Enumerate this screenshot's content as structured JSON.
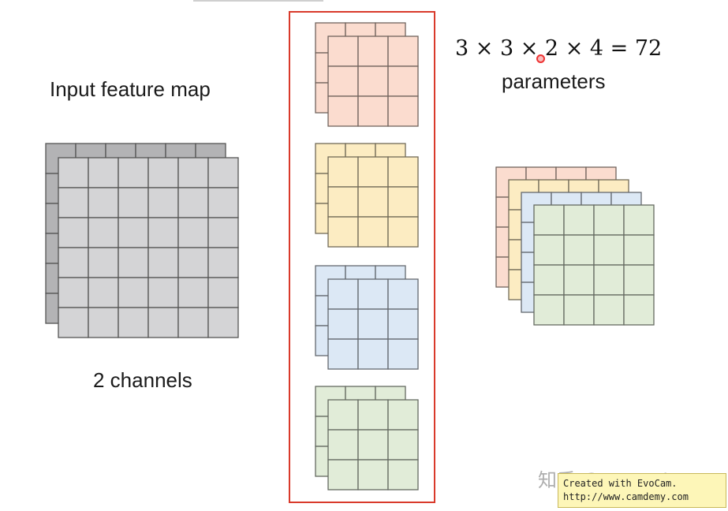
{
  "input": {
    "title": "Input feature map",
    "channels_label": "2 channels",
    "grid_size": 6,
    "fill": "#d4d4d6",
    "back_fill": "#b3b3b5"
  },
  "filters": {
    "count": 4,
    "grid_size": 3,
    "colors": [
      "#fbdccf",
      "#fcecc2",
      "#dce8f5",
      "#e1ecd8"
    ]
  },
  "formula": {
    "expression": "3 × 3 × 2 × 4 = 72",
    "caption": "parameters"
  },
  "output": {
    "grid_size": 4,
    "colors": [
      "#fbdccf",
      "#fcecc2",
      "#dce8f5",
      "#e1ecd8"
    ]
  },
  "watermark": {
    "text": "知乎 @marsggbo"
  },
  "recorder": {
    "line1": "Created with EvoCam.",
    "line2": "http://www.camdemy.com"
  }
}
